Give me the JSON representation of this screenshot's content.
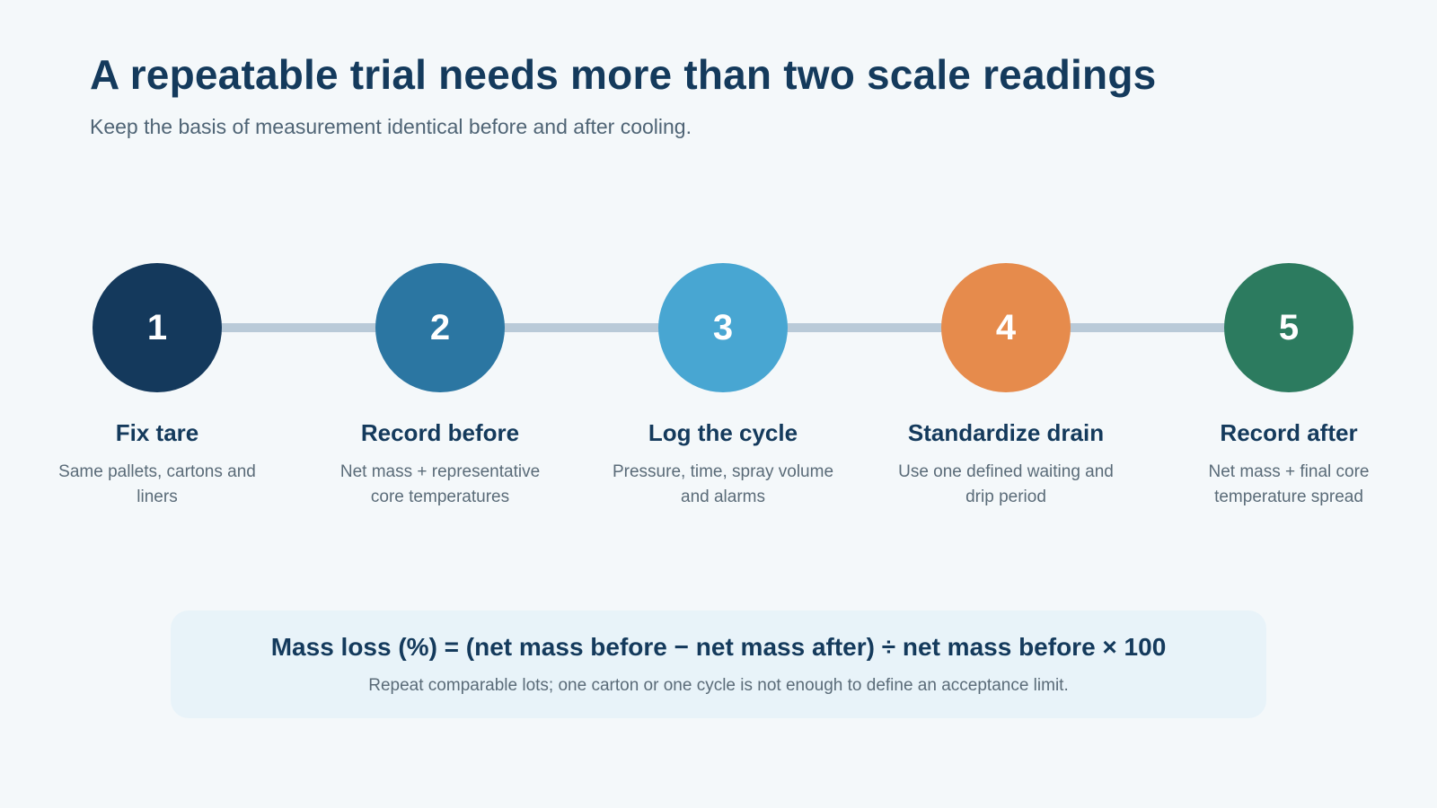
{
  "header": {
    "title": "A repeatable trial needs more than two scale readings",
    "subtitle": "Keep the basis of measurement identical before and after cooling."
  },
  "steps": [
    {
      "number": "1",
      "title": "Fix tare",
      "description": "Same pallets, cartons and liners",
      "color": "#14395c"
    },
    {
      "number": "2",
      "title": "Record before",
      "description": "Net mass + representative core temperatures",
      "color": "#2b76a2"
    },
    {
      "number": "3",
      "title": "Log the cycle",
      "description": "Pressure, time, spray volume and alarms",
      "color": "#48a6d2"
    },
    {
      "number": "4",
      "title": "Standardize drain",
      "description": "Use one defined waiting and drip period",
      "color": "#e68b4c"
    },
    {
      "number": "5",
      "title": "Record after",
      "description": "Net mass + final core temperature spread",
      "color": "#2c7b5f"
    }
  ],
  "formula": {
    "text": "Mass loss (%) = (net mass before − net mass after) ÷ net mass before × 100",
    "note": "Repeat comparable lots; one carton or one cycle is not enough to define an acceptance limit."
  }
}
